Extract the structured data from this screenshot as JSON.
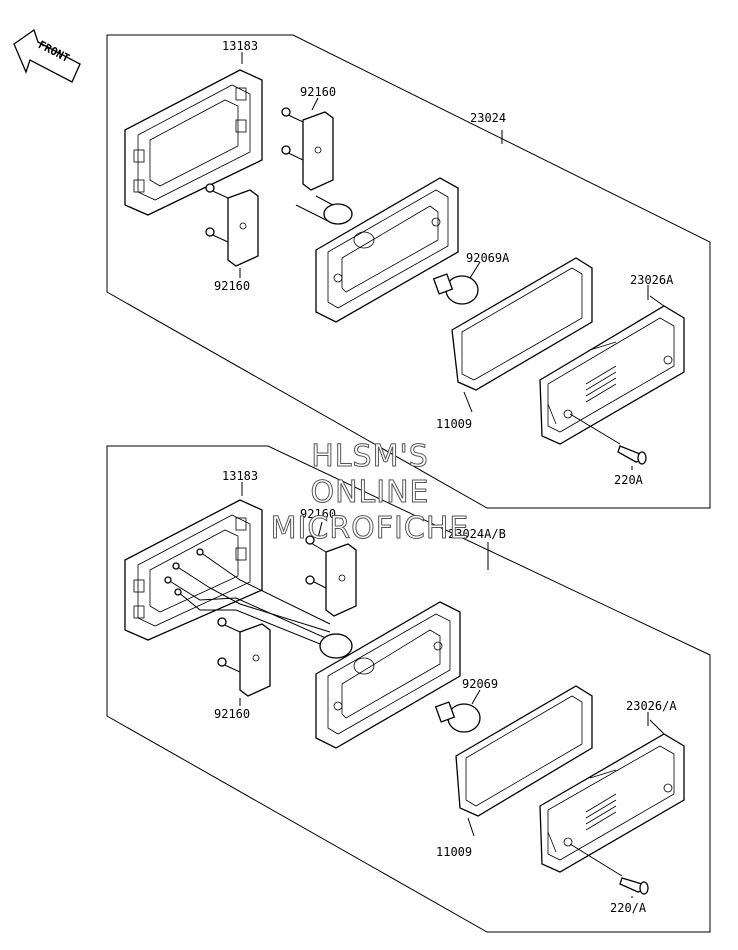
{
  "front_label": "FRONT",
  "watermark": [
    "HLSM'S",
    "ONLINE",
    "MICROFICHE"
  ],
  "assembly_upper": {
    "main": "23024",
    "bracket": "13183",
    "stud_upper": "92160",
    "stud_lower": "92160",
    "bulb": "92069A",
    "gasket": "11009",
    "lens": "23026A",
    "screw": "220A"
  },
  "assembly_lower": {
    "main": "23024A/B",
    "bracket": "13183",
    "stud_upper": "92160",
    "stud_lower": "92160",
    "bulb": "92069",
    "gasket": "11009",
    "lens": "23026/A",
    "screw": "220/A"
  }
}
